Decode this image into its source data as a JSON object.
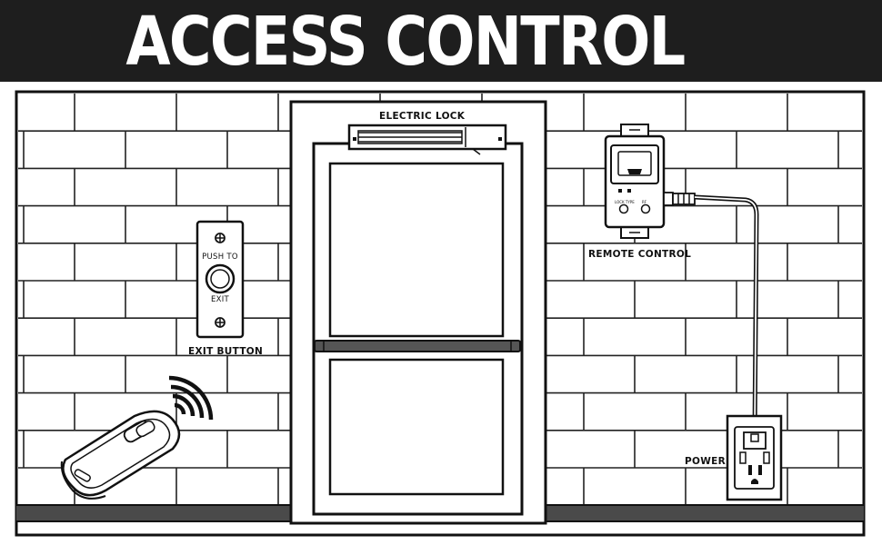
{
  "header": {
    "title": "ACCESS CONTROL"
  },
  "labels": {
    "electric_lock": "ELECTRIC LOCK",
    "remote_control": "REMOTE CONTROL",
    "exit_button": "EXIT BUTTON",
    "power": "POWER"
  },
  "exit_button_text": {
    "top": "PUSH TO",
    "bottom": "EXIT"
  },
  "remote_control_panel": {
    "left_label": "LOCK TYPE",
    "right_label": "RF"
  },
  "colors": {
    "header": "#1e1e1e",
    "ink": "#111111",
    "floor": "#4a4a4a",
    "wall": "#ffffff"
  }
}
